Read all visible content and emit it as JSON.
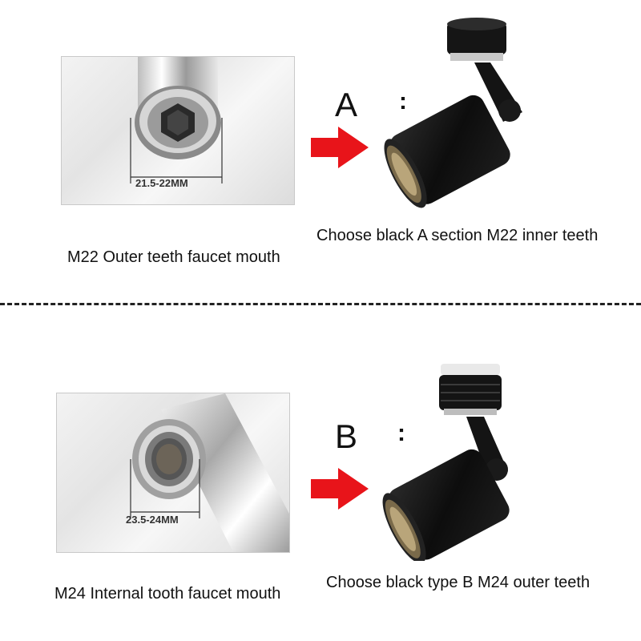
{
  "section_a": {
    "faucet_dimension": "21.5-22MM",
    "faucet_caption": "M22 Outer teeth faucet mouth",
    "type_letter": "A",
    "type_separator": ":",
    "product_caption": "Choose black A section M22 inner teeth"
  },
  "section_b": {
    "faucet_dimension": "23.5-24MM",
    "faucet_caption": "M24 Internal tooth faucet mouth",
    "type_letter": "B",
    "type_separator": ":",
    "product_caption": "Choose black type B M24 outer teeth"
  },
  "colors": {
    "arrow": "#e8141a",
    "product_body": "#121212",
    "divider": "#222222"
  }
}
